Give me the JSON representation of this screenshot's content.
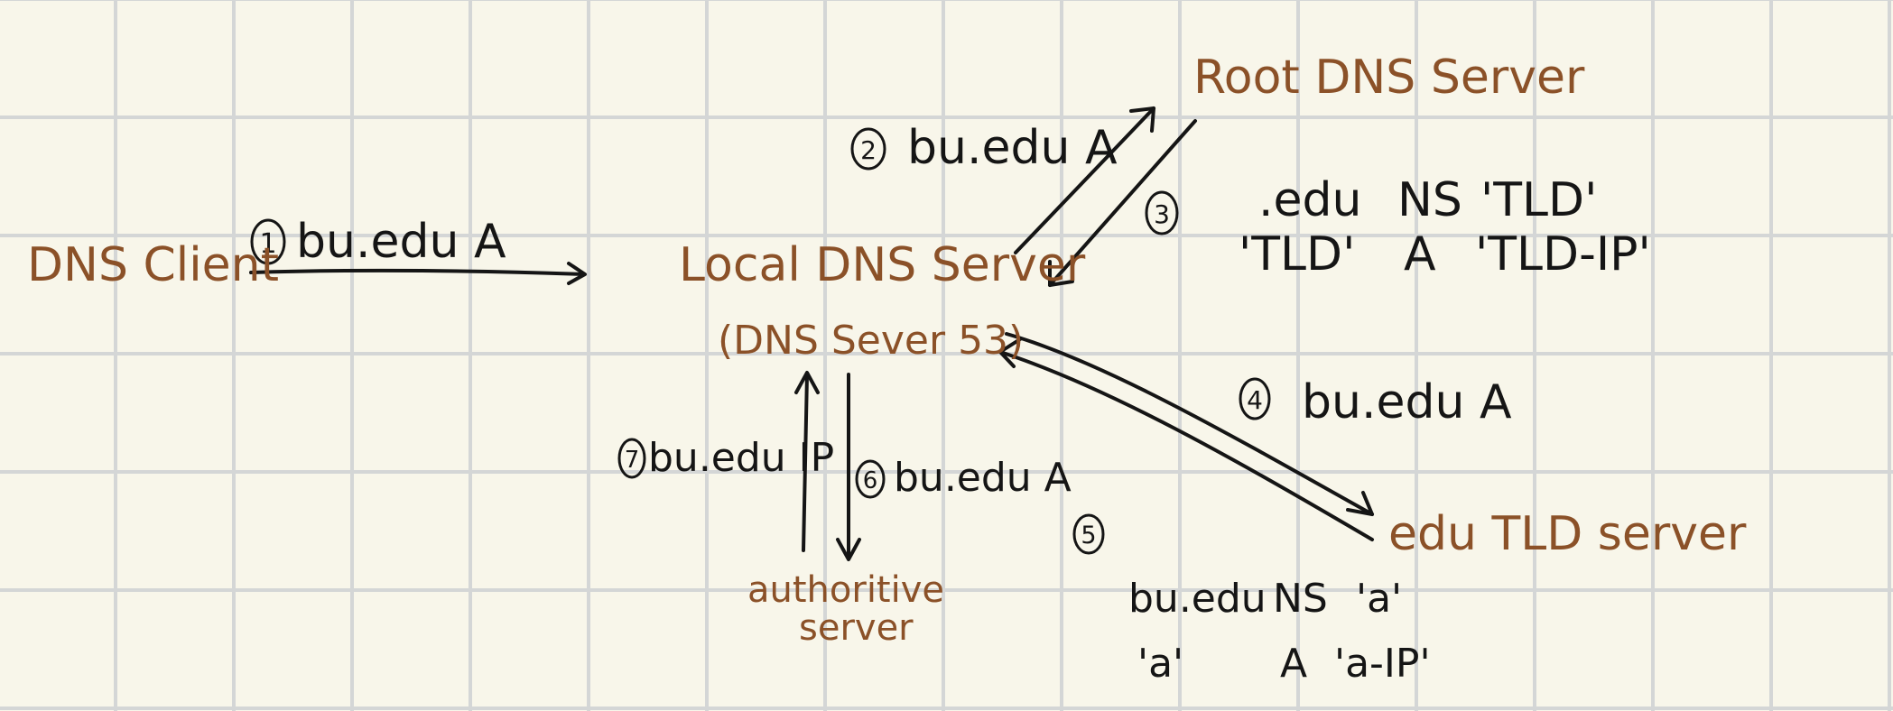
{
  "nodes": {
    "dns_client": "DNS Client",
    "local_dns_server": "Local DNS Server",
    "local_dns_sublabel": "(DNS Sever 53)",
    "root_dns_server": "Root DNS Server",
    "tld_server": "edu TLD server",
    "authoritive_server_line1": "authoritive",
    "authoritive_server_line2": "server"
  },
  "steps": [
    {
      "num": "1",
      "label": "bu.edu A"
    },
    {
      "num": "2",
      "label": "bu.edu A"
    },
    {
      "num": "3",
      "label": ""
    },
    {
      "num": "4",
      "label": "bu.edu A"
    },
    {
      "num": "5",
      "label": ""
    },
    {
      "num": "6",
      "label": "bu.edu A"
    },
    {
      "num": "7",
      "label": "bu.edu IP"
    }
  ],
  "root_response": [
    {
      "name": ".edu",
      "type": "NS",
      "value": "'TLD'"
    },
    {
      "name": "'TLD'",
      "type": "A",
      "value": "'TLD-IP'"
    }
  ],
  "tld_response": [
    {
      "name": "bu.edu",
      "type": "NS",
      "value": "'a'"
    },
    {
      "name": "'a'",
      "type": "A",
      "value": "'a-IP'"
    }
  ],
  "colors": {
    "ink": "#151515",
    "node_label": "#8b5128",
    "paper": "#f8f6ea",
    "grid": "#d4d6d6"
  }
}
